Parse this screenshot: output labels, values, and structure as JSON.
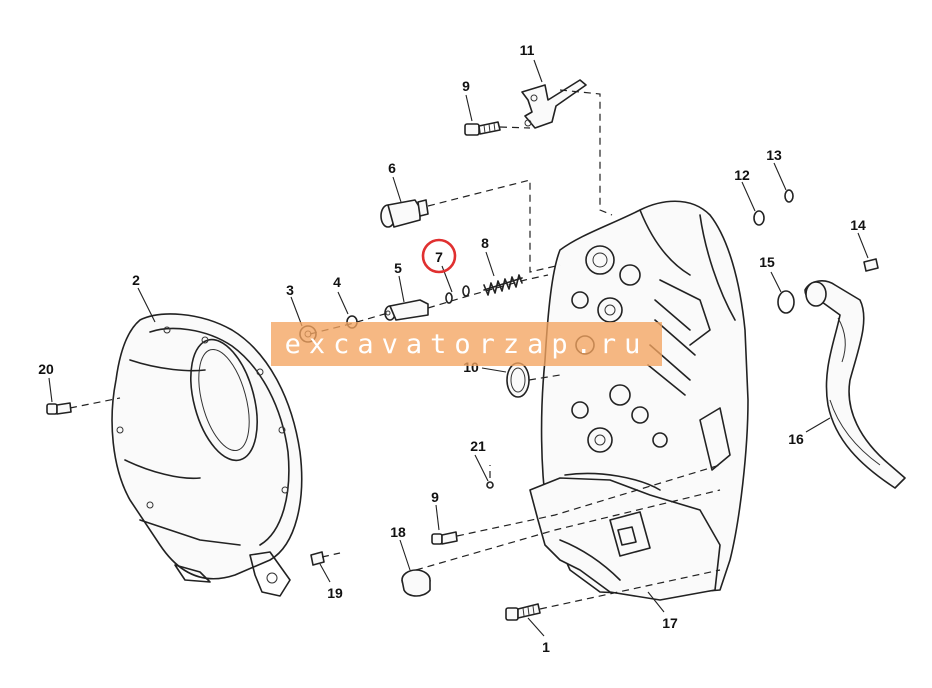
{
  "diagram": {
    "highlight_color": "#e03030",
    "watermark": {
      "text": "excavatorzap.ru",
      "band_color": "#f4a460"
    },
    "callouts": [
      {
        "id": "c1",
        "label": "1"
      },
      {
        "id": "c2",
        "label": "2"
      },
      {
        "id": "c3",
        "label": "3"
      },
      {
        "id": "c4",
        "label": "4"
      },
      {
        "id": "c5",
        "label": "5"
      },
      {
        "id": "c6",
        "label": "6"
      },
      {
        "id": "c7",
        "label": "7",
        "highlighted": true
      },
      {
        "id": "c8",
        "label": "8"
      },
      {
        "id": "c9a",
        "label": "9"
      },
      {
        "id": "c9b",
        "label": "9"
      },
      {
        "id": "c10",
        "label": "10"
      },
      {
        "id": "c11",
        "label": "11"
      },
      {
        "id": "c12",
        "label": "12"
      },
      {
        "id": "c13",
        "label": "13"
      },
      {
        "id": "c14",
        "label": "14"
      },
      {
        "id": "c15",
        "label": "15"
      },
      {
        "id": "c16",
        "label": "16"
      },
      {
        "id": "c17",
        "label": "17"
      },
      {
        "id": "c18",
        "label": "18"
      },
      {
        "id": "c19",
        "label": "19"
      },
      {
        "id": "c20",
        "label": "20"
      },
      {
        "id": "c21",
        "label": "21"
      }
    ]
  }
}
